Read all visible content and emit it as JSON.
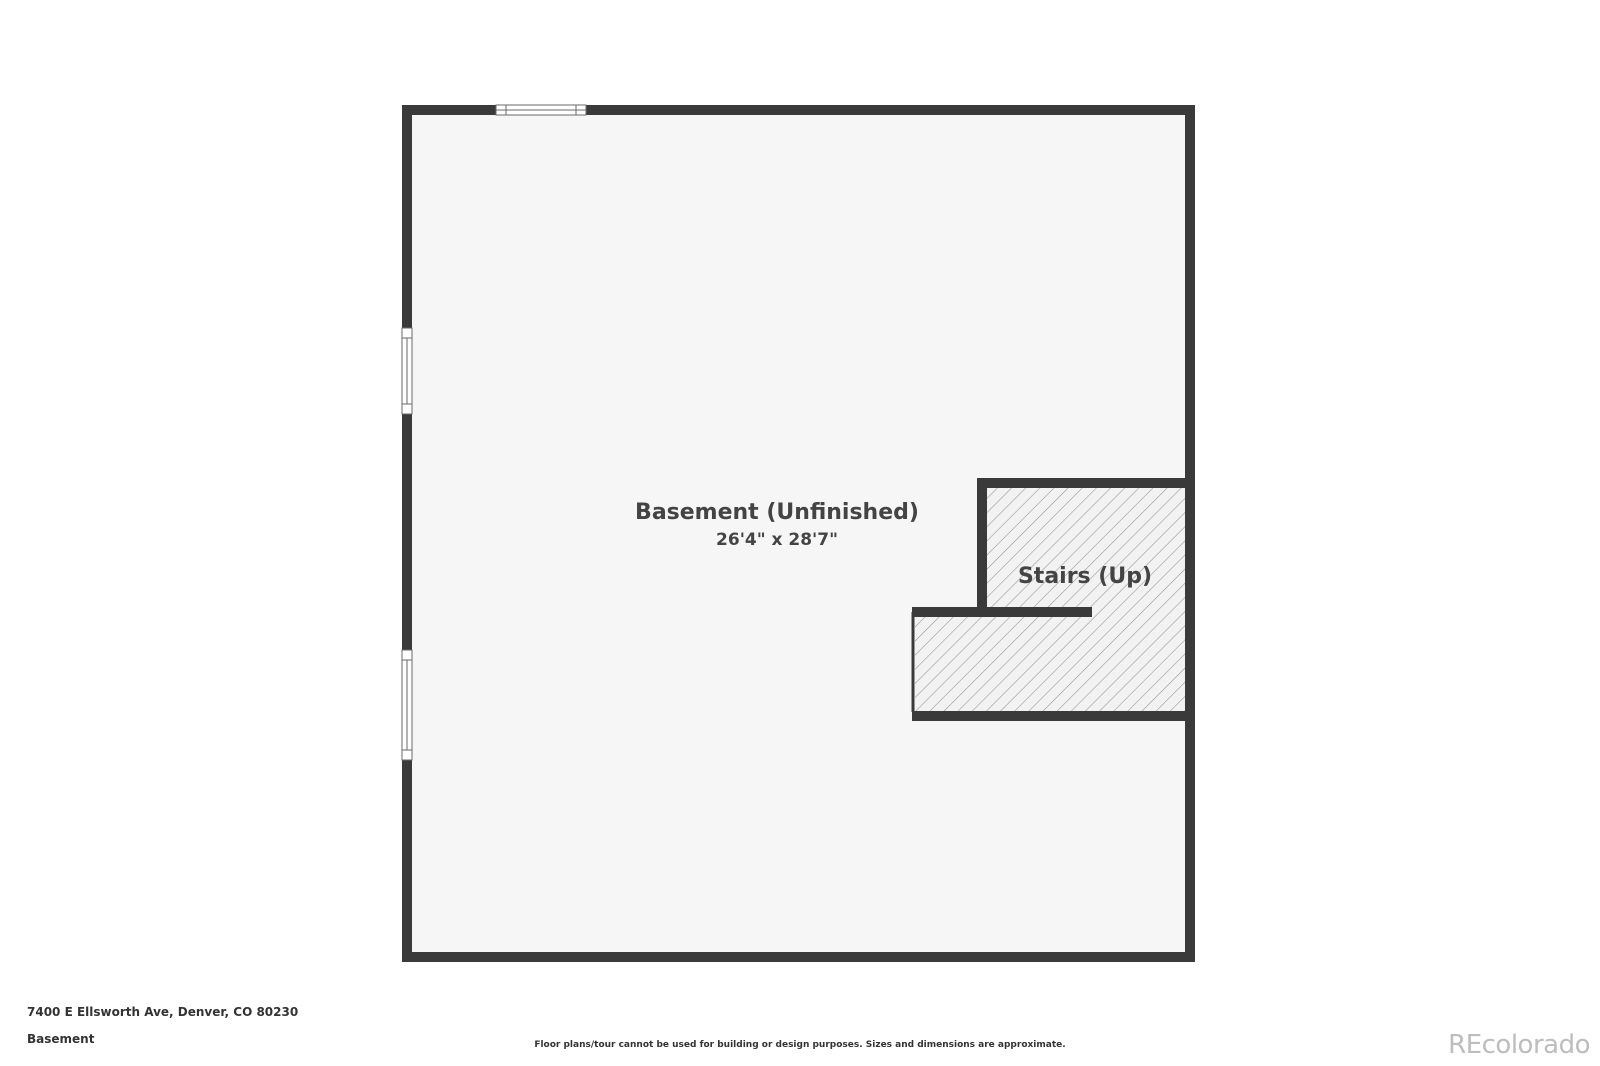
{
  "floorplan": {
    "rooms": [
      {
        "name": "Basement (Unfinished)",
        "dimensions": "26'4\" x 28'7\""
      },
      {
        "name": "Stairs (Up)"
      }
    ]
  },
  "footer": {
    "address": "7400 E Ellsworth Ave, Denver, CO 80230",
    "floor": "Basement",
    "disclaimer": "Floor plans/tour cannot be used for building or design purposes. Sizes and dimensions are approximate.",
    "brand": "REcolorado"
  },
  "colors": {
    "wall": "#3a3a3a",
    "floor": "#f6f6f6",
    "text": "#444444",
    "brand": "#bdbdbd"
  }
}
